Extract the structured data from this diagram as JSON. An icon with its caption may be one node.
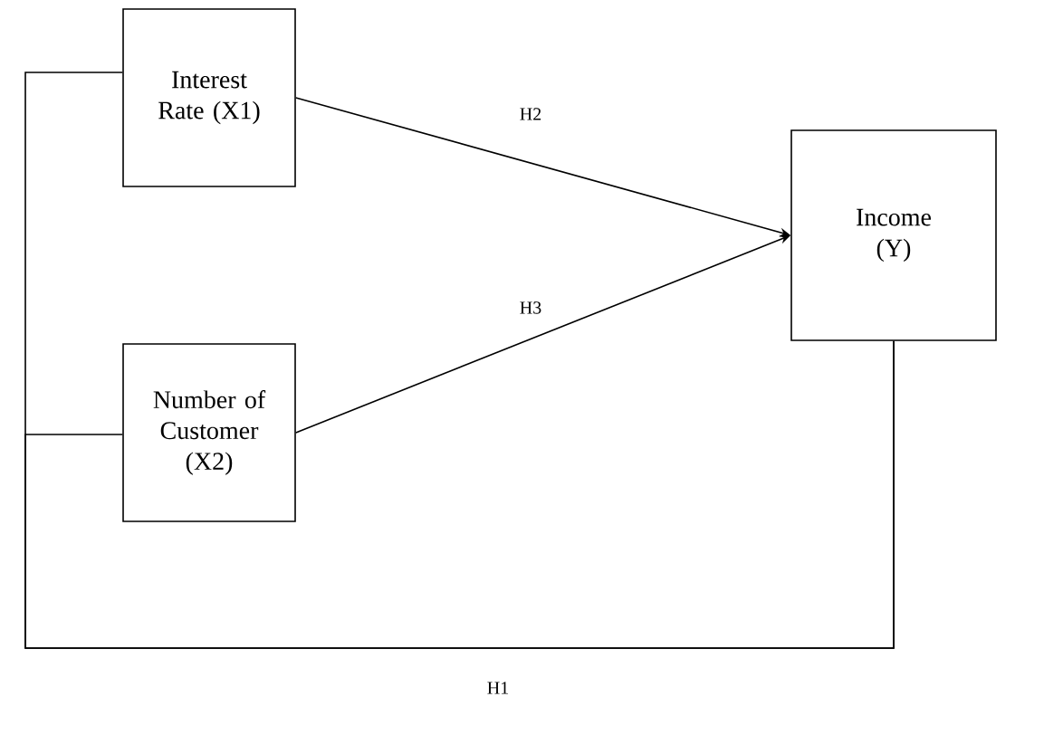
{
  "diagram": {
    "nodes": [
      {
        "text": [
          "Interest Rate (X1)"
        ]
      },
      {
        "text": [
          "Number of Customer (X2)"
        ]
      },
      {
        "text": [
          "Income (Y)"
        ]
      }
    ],
    "edges": [
      {
        "from": 0,
        "to": 2,
        "arrow": "to",
        "label": "H2"
      },
      {
        "from": 1,
        "to": 2,
        "arrow": "to",
        "label": "H3"
      },
      {
        "from": 0,
        "to": 2,
        "arrow": "none",
        "label": "H1"
      },
      {
        "from": 1,
        "to": 2,
        "arrow": "none"
      }
    ]
  }
}
